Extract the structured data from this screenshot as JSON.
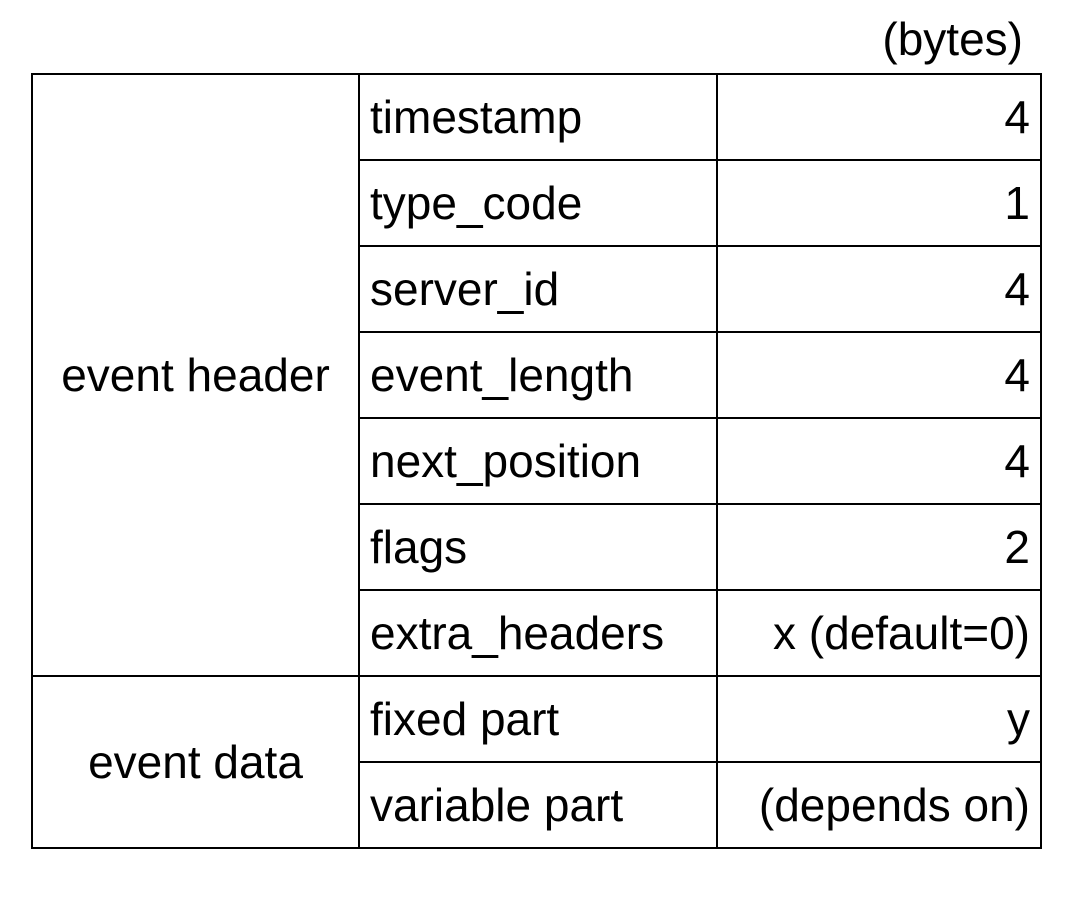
{
  "unit_label": "(bytes)",
  "groups": [
    {
      "name": "event header",
      "fields": [
        {
          "name": "timestamp",
          "size": "4"
        },
        {
          "name": "type_code",
          "size": "1"
        },
        {
          "name": "server_id",
          "size": "4"
        },
        {
          "name": "event_length",
          "size": "4"
        },
        {
          "name": "next_position",
          "size": "4"
        },
        {
          "name": "flags",
          "size": "2"
        },
        {
          "name": "extra_headers",
          "size": "x (default=0)"
        }
      ]
    },
    {
      "name": "event data",
      "fields": [
        {
          "name": "fixed part",
          "size": "y"
        },
        {
          "name": "variable part",
          "size": "(depends on)"
        }
      ]
    }
  ]
}
